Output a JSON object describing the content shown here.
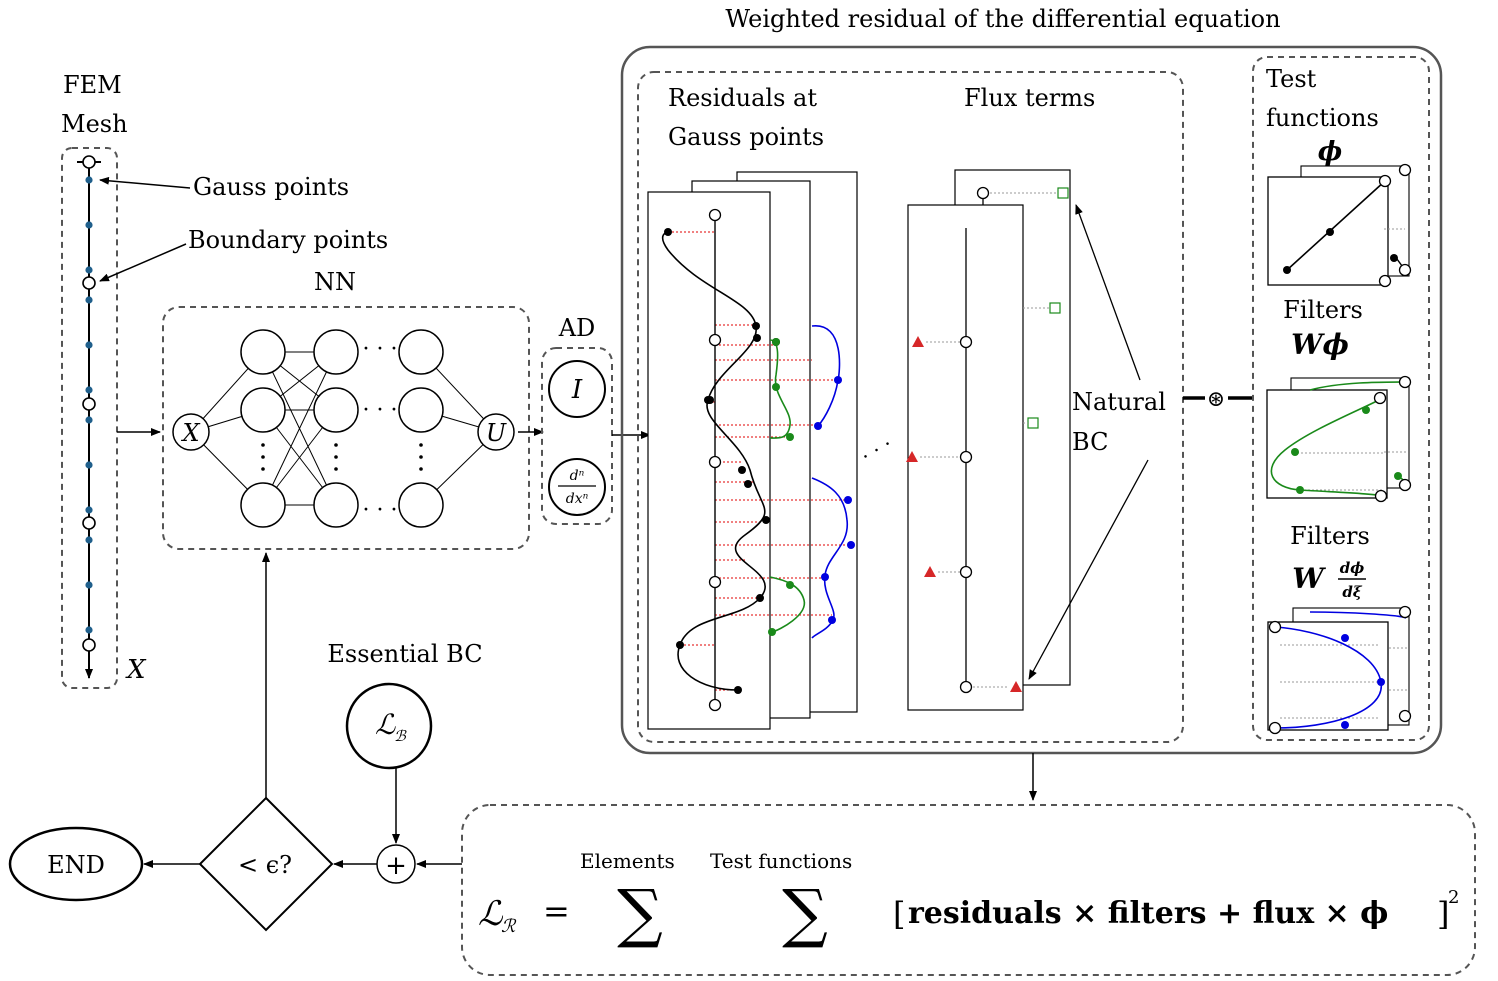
{
  "labels": {
    "title": "Weighted residual of the differential equation",
    "fem": "FEM",
    "mesh": "Mesh",
    "gauss_points": "Gauss points",
    "boundary_points": "Boundary points",
    "nn": "NN",
    "ad": "AD",
    "residuals_line1": "Residuals at",
    "residuals_line2": "Gauss points",
    "flux_terms": "Flux terms",
    "natural": "Natural",
    "bc": "BC",
    "test": "Test",
    "functions": "functions",
    "filters_1": "Filters",
    "filters_2": "Filters",
    "essential_bc": "Essential BC",
    "end": "END",
    "elements": "Elements",
    "test_functions": "Test functions",
    "loss_body": "residuals × filters + flux × ϕ",
    "x_axis": "X",
    "nn_input": "X",
    "nn_output": "U",
    "ad_identity": "I",
    "ad_deriv_num": "dⁿ",
    "ad_deriv_den": "dxⁿ",
    "phi": "ϕ",
    "w_phi": "Wϕ",
    "w_dphi_num": "dϕ",
    "w_dphi_den": "dξ",
    "w": "W",
    "dots": "· · ·",
    "conv": "⊛",
    "plus": "+",
    "lt_eps": "< ϵ?",
    "loss_r": "ℒ",
    "loss_r_sub": "ℛ",
    "equals": "=",
    "loss_b": "ℒ",
    "loss_b_sub": "ℬ",
    "sum": "∑",
    "bracket_open": "[",
    "bracket_close": "]",
    "square": "2"
  },
  "colors": {
    "gauss_point": "#1f5f8b",
    "black": "#000000",
    "green": "#1a8a1a",
    "blue": "#0000e0",
    "red": "#e00000",
    "dash": "#555555",
    "red_triangle": "#d62728"
  }
}
